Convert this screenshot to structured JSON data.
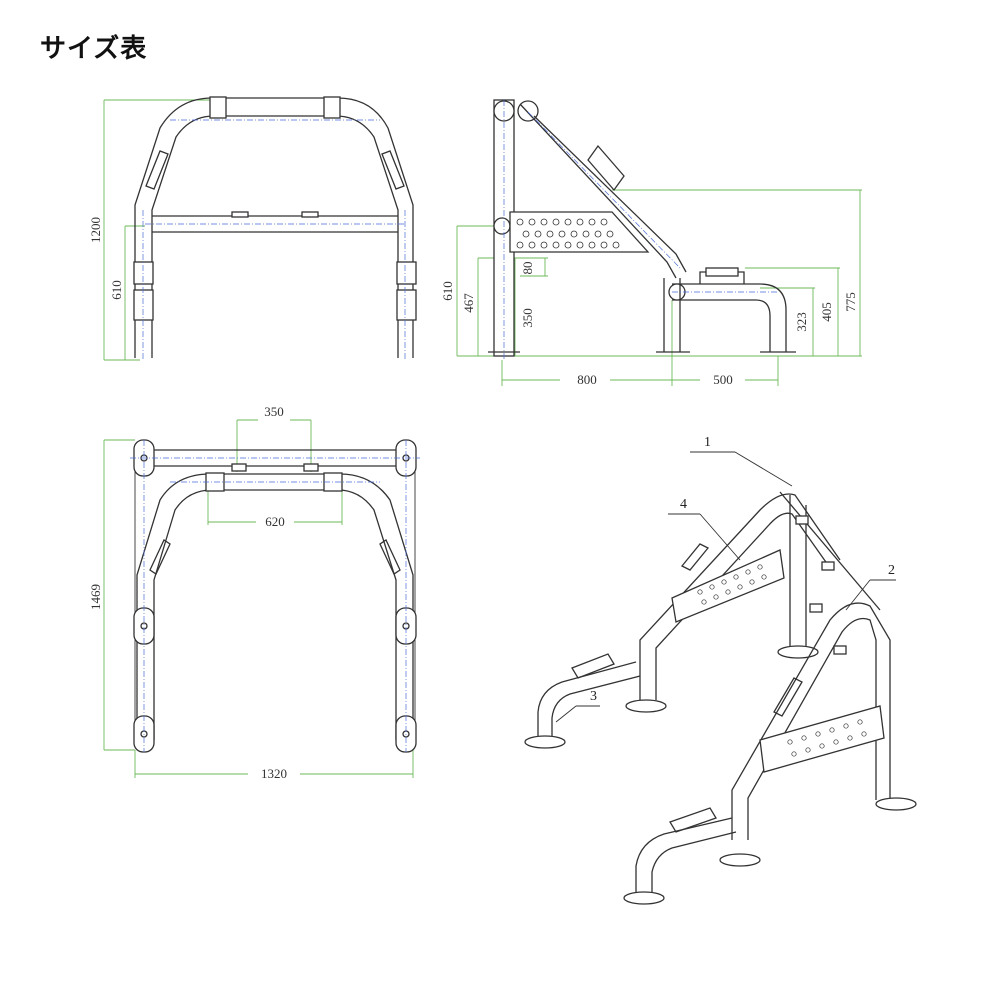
{
  "title": "サイズ表",
  "dimensions": {
    "front_height_total": "1200",
    "front_height_crossbar": "610",
    "side_height_step": "610",
    "side_height_plate_bottom": "467",
    "side_plate_height": "80",
    "side_post_lower": "350",
    "side_step_top": "323",
    "side_step_handle": "405",
    "side_top_handle": "775",
    "side_depth_rear": "800",
    "side_depth_front": "500",
    "top_clip_spacing": "350",
    "top_clip_spacing_lower": "620",
    "top_depth": "1469",
    "top_width": "1320"
  },
  "part_labels": [
    "1",
    "2",
    "3",
    "4"
  ]
}
